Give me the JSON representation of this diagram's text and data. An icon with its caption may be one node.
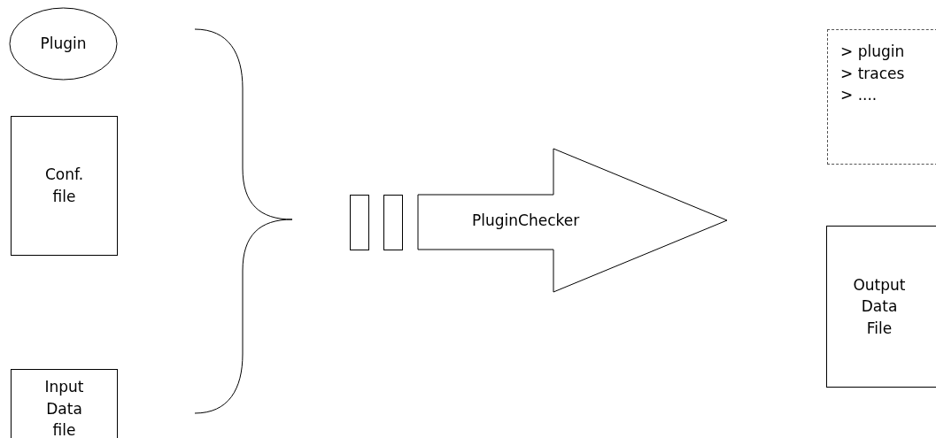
{
  "diagram": {
    "nodes": [
      {
        "text": [
          "Plugin"
        ]
      },
      {
        "text": [
          "Conf. file"
        ]
      },
      {
        "text": [
          "Input Data file"
        ]
      },
      {
        "text": [],
        "shape": "bar"
      },
      {
        "text": [],
        "shape": "bar"
      },
      {
        "text": [
          "PluginChecker"
        ]
      },
      {
        "text": [
          "> plugin",
          "> traces",
          "> ...."
        ]
      },
      {
        "text": [
          "Output Data File"
        ]
      }
    ]
  }
}
